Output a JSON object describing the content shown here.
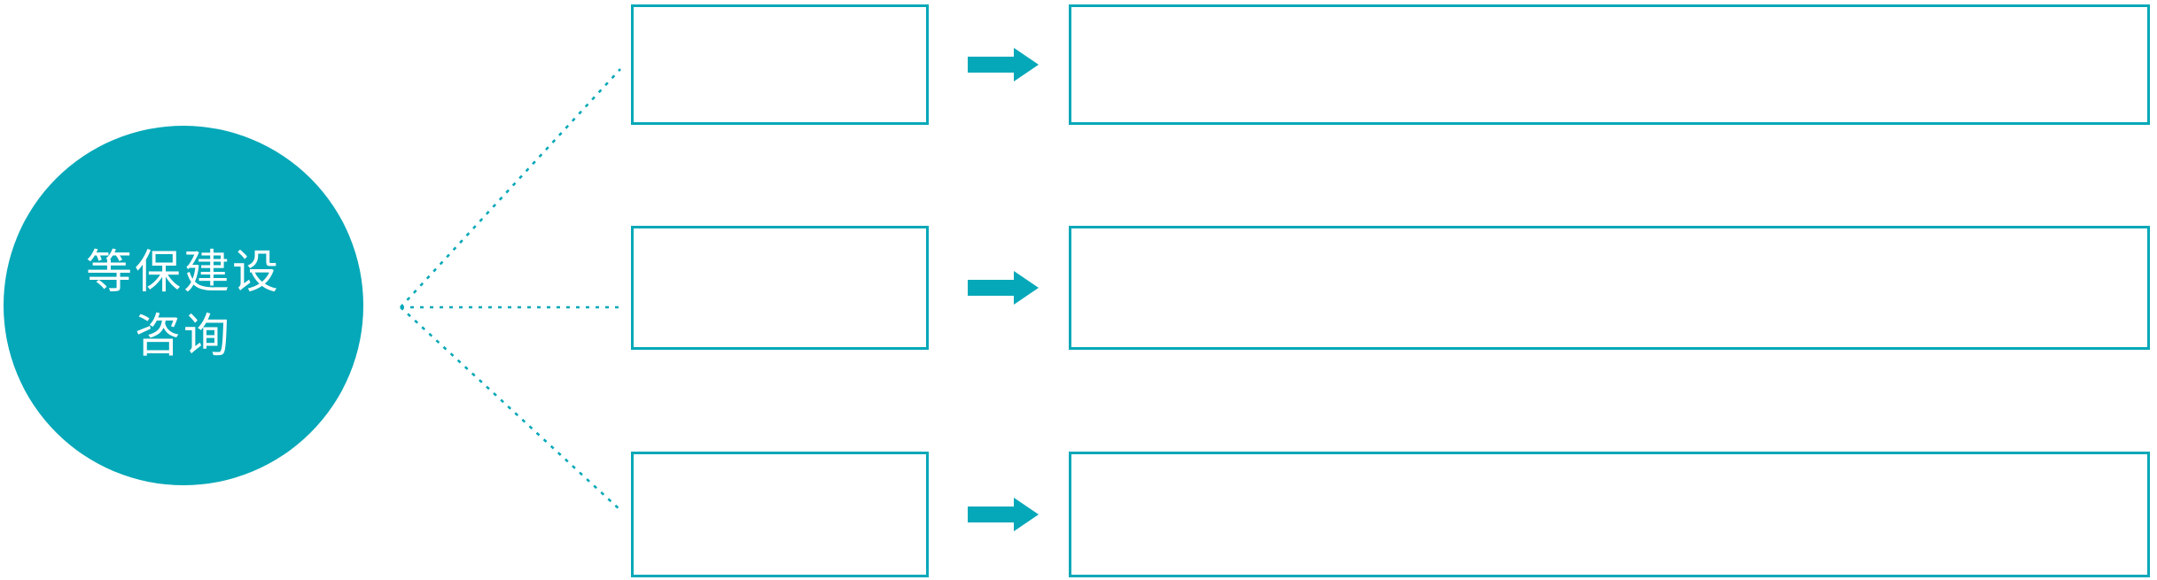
{
  "colors": {
    "accent": "#05A8B8",
    "text_on_accent": "#FFFFFF",
    "background": "#FFFFFF"
  },
  "hub": {
    "label_line1": "等保建设",
    "label_line2": "咨询"
  },
  "icons": {
    "arrow": "block-arrow-right"
  },
  "rows": [
    {
      "option_text": "",
      "detail_text": ""
    },
    {
      "option_text": "",
      "detail_text": ""
    },
    {
      "option_text": "",
      "detail_text": ""
    }
  ]
}
